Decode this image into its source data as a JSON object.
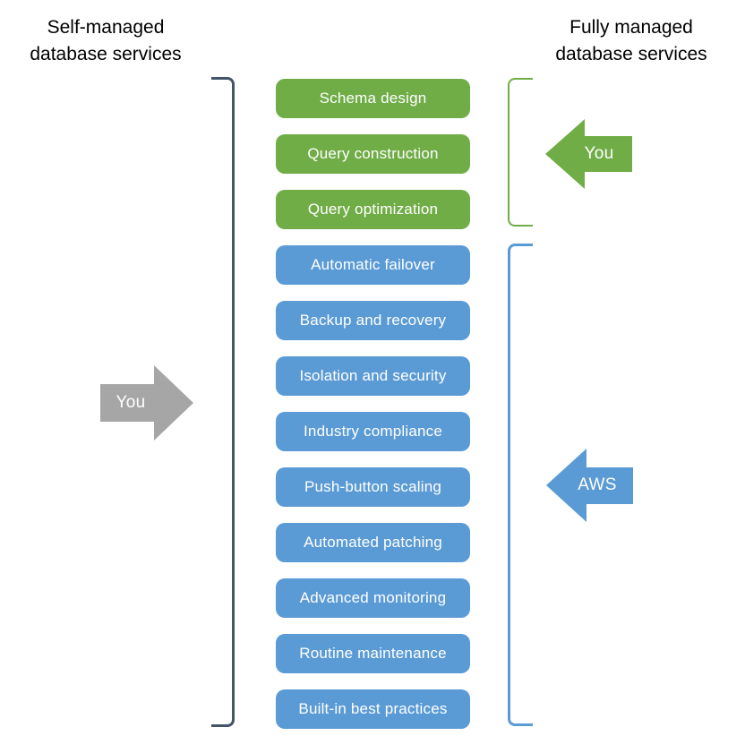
{
  "headers": {
    "left": {
      "line1": "Self-managed",
      "line2": "database services"
    },
    "right": {
      "line1": "Fully managed",
      "line2": "database services"
    }
  },
  "tasks": {
    "customer": [
      "Schema design",
      "Query construction",
      "Query optimization"
    ],
    "aws": [
      "Automatic failover",
      "Backup and recovery",
      "Isolation and security",
      "Industry compliance",
      "Push-button scaling",
      "Automated patching",
      "Advanced monitoring",
      "Routine maintenance",
      "Built-in best practices"
    ]
  },
  "arrows": {
    "self_managed_you": {
      "label": "You"
    },
    "fully_managed_you": {
      "label": "You"
    },
    "fully_managed_aws": {
      "label": "AWS"
    }
  },
  "colors": {
    "customer_green": "#70ad47",
    "aws_blue": "#5b9bd5",
    "self_gray": "#a6a6a6",
    "bracket_dark": "#44546a"
  }
}
